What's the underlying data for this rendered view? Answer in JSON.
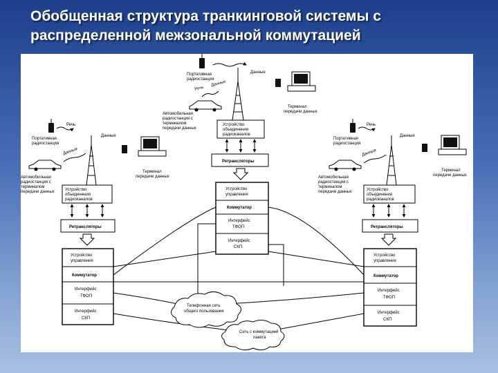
{
  "slide": {
    "title_line1": "Обобщенная структура транкинговой системы с",
    "title_line2": "распределенной межзональной коммутацией"
  },
  "diagram": {
    "center": {
      "portable_label_1": "Портативная",
      "portable_label_2": "радиостанция",
      "speech": "Речь",
      "data": "Данные",
      "vehicle_label_1": "Автомобильная",
      "vehicle_label_2": "радиостанция с",
      "vehicle_label_3": "терминалом",
      "vehicle_label_4": "передачи данных",
      "terminal_label_1": "Терминал",
      "terminal_label_2": "передачи данных",
      "unit_label_1": "Устройство",
      "unit_label_2": "объединения",
      "unit_label_3": "радиоканалов",
      "repeaters": "Ретрансляторы",
      "control_label_1": "Устройство",
      "control_label_2": "управления",
      "switch": "Коммутатор",
      "pstn_label_1": "Интерфейс",
      "pstn_label_2": "ТФОП",
      "skp_label_1": "Интерфейс",
      "skp_label_2": "СКП"
    },
    "left": {
      "portable_label_1": "Портативная",
      "portable_label_2": "радиостанция",
      "speech": "Речь",
      "data_1": "Данные",
      "data_2": "Данные",
      "vehicle_label_1": "Автомобильная",
      "vehicle_label_2": "радиостанция с",
      "vehicle_label_3": "терминалом",
      "vehicle_label_4": "передачи данных",
      "terminal_label_1": "Терминал",
      "terminal_label_2": "передачи данных",
      "unit_label_1": "Устройство",
      "unit_label_2": "объединения",
      "unit_label_3": "радиоканалов",
      "repeaters": "Ретрансляторы",
      "control_label_1": "Устройство",
      "control_label_2": "управления",
      "switch": "Коммутатор",
      "pstn_label_1": "Интерфейс",
      "pstn_label_2": "ТФОП",
      "skp_label_1": "Интерфейс",
      "skp_label_2": "СКП"
    },
    "right": {
      "portable_label_1": "Портативная",
      "portable_label_2": "радиостанция",
      "speech": "Речь",
      "data_1": "Данные",
      "data_2": "Данные",
      "vehicle_label_1": "Автомобильная",
      "vehicle_label_2": "радиостанция с",
      "vehicle_label_3": "терминалом",
      "vehicle_label_4": "передачи данных",
      "terminal_label_1": "Терминал",
      "terminal_label_2": "передачи данных",
      "unit_label_1": "Устройство",
      "unit_label_2": "объединения",
      "unit_label_3": "радиоканалов",
      "repeaters": "Ретрансляторы",
      "control_label_1": "Устройство",
      "control_label_2": "управления",
      "switch": "Коммутатор",
      "pstn_label_1": "Интерфейс",
      "pstn_label_2": "ТФОП",
      "skp_label_1": "Интерфейс",
      "skp_label_2": "СКП"
    },
    "pstn_cloud_1": "Телефонная сеть",
    "pstn_cloud_2": "общего пользования",
    "packet_cloud_1": "Сеть с коммутацией",
    "packet_cloud_2": "пакета"
  }
}
